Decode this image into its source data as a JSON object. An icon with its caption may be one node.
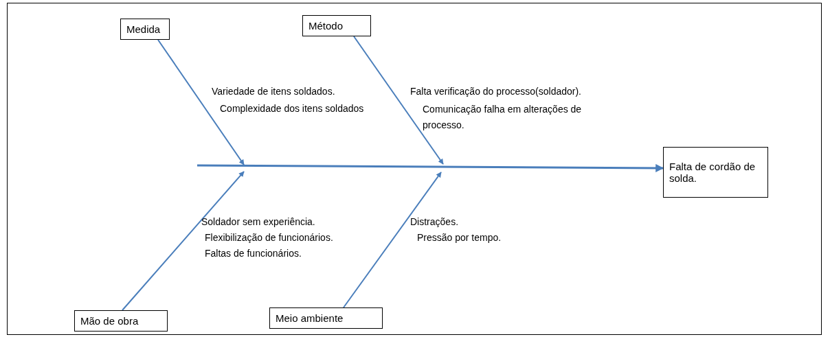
{
  "diagram": {
    "nodes": [
      {
        "text": [
          "Medida"
        ],
        "beside": [
          "Variedade de itens soldados.",
          "Complexidade dos itens soldados"
        ]
      },
      {
        "text": [
          "Método"
        ],
        "beside": [
          "Falta verificação do processo(soldador).",
          "Comunicação falha em alterações de processo."
        ]
      },
      {
        "text": [
          "Falta de cordão de solda."
        ]
      },
      {
        "text": [
          "Mão de obra"
        ],
        "beside": [
          "Soldador sem experiência.",
          "Flexibilização de funcionários.",
          "Faltas de funcionários."
        ]
      },
      {
        "text": [
          "Meio ambiente"
        ],
        "beside": [
          "Distrações.",
          "Pressão por tempo."
        ]
      }
    ],
    "edges": [
      {
        "from": null,
        "to": 2,
        "arrow": "to"
      },
      {
        "from": 0,
        "to": null,
        "arrow": "to"
      },
      {
        "from": 1,
        "to": null,
        "arrow": "to"
      },
      {
        "from": 3,
        "to": null,
        "arrow": "to"
      },
      {
        "from": 4,
        "to": null,
        "arrow": "to"
      }
    ]
  }
}
